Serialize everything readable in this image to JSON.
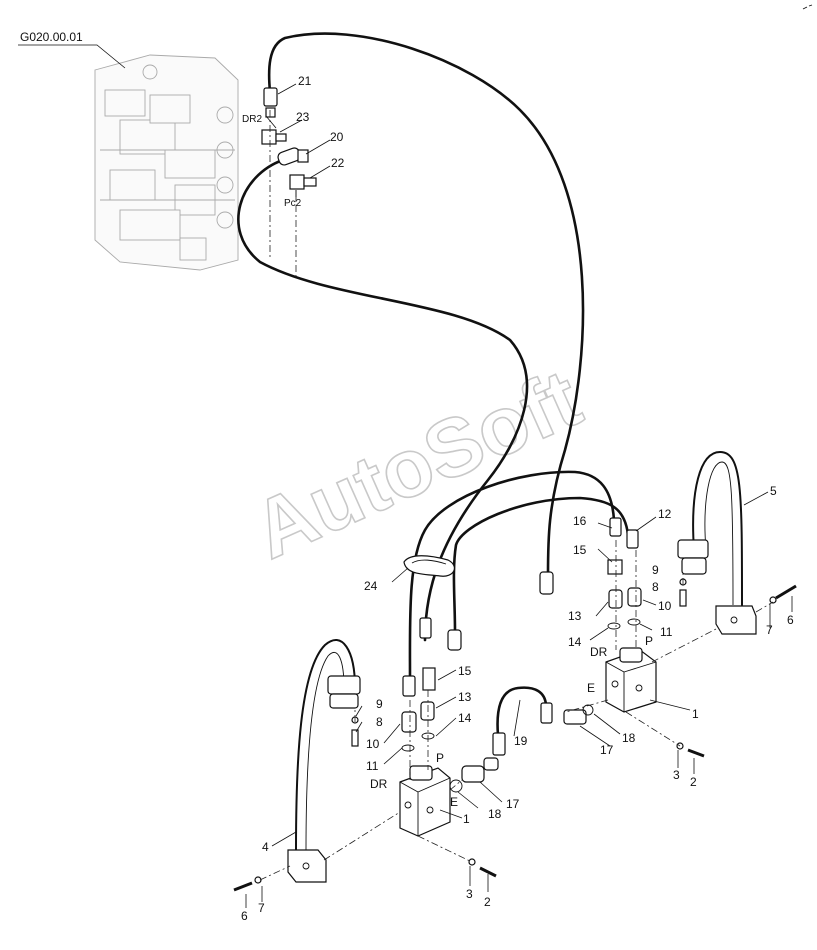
{
  "reference": "G020.00.01",
  "watermark": "AutoSoft",
  "ports": {
    "dr2": "DR2",
    "pc2": "Pc2",
    "dr": "DR",
    "p": "P",
    "e": "E"
  },
  "callouts": {
    "n1": "1",
    "n2": "2",
    "n3": "3",
    "n4": "4",
    "n5": "5",
    "n6": "6",
    "n7": "7",
    "n8": "8",
    "n9": "9",
    "n10": "10",
    "n11": "11",
    "n12": "12",
    "n13": "13",
    "n14": "14",
    "n15": "15",
    "n16": "16",
    "n17": "17",
    "n18": "18",
    "n19": "19",
    "n20": "20",
    "n21": "21",
    "n22": "22",
    "n23": "23",
    "n24": "24"
  }
}
